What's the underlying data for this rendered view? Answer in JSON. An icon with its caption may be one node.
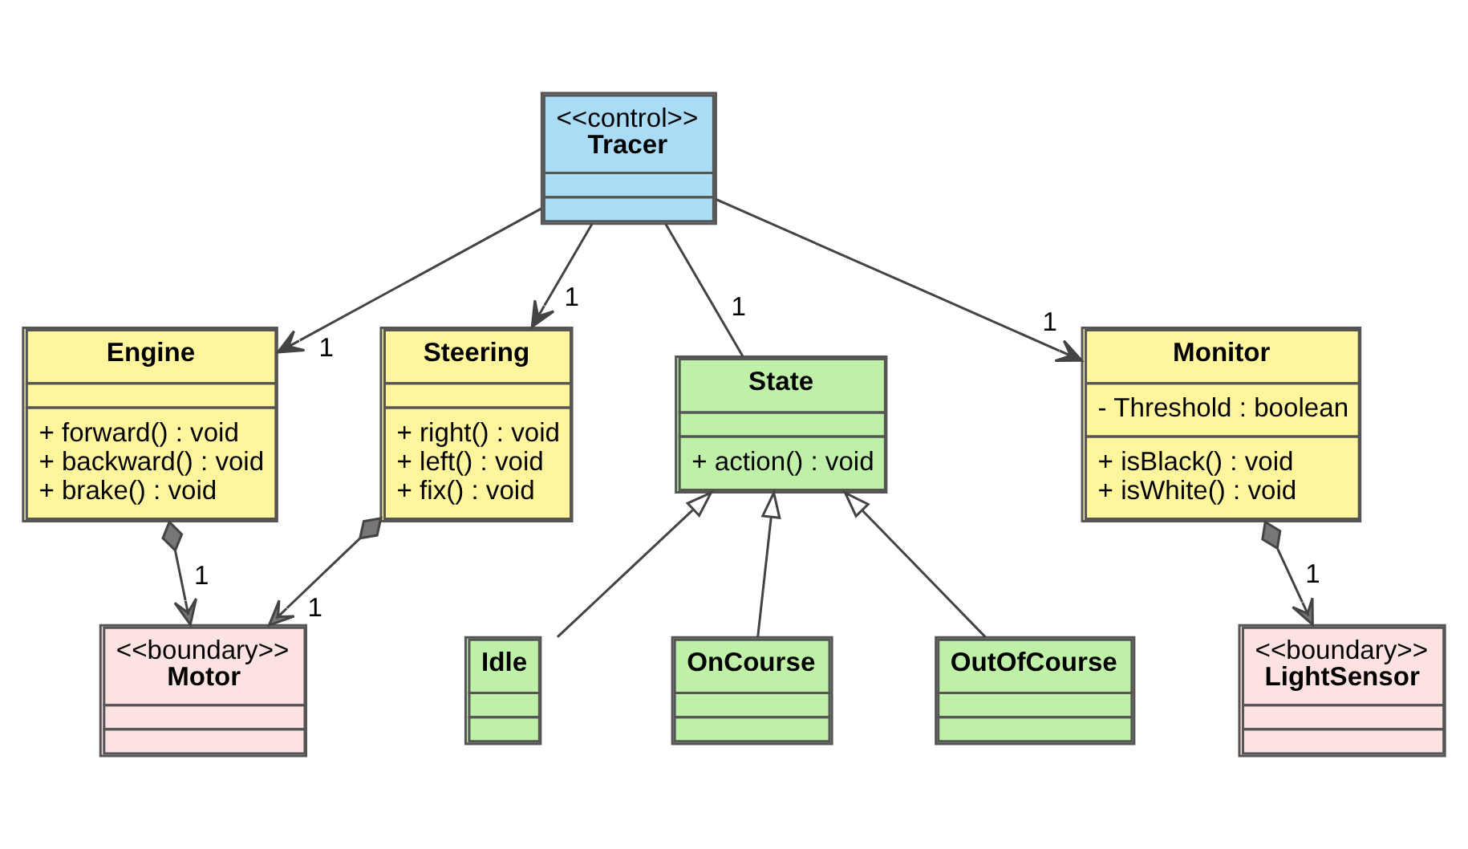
{
  "diagram": {
    "nodes": [
      {
        "text": [
          "<<control>>",
          "Tracer"
        ]
      },
      {
        "text": [
          "Engine",
          "+ forward() : void",
          "+ backward() : void",
          "+ brake() : void"
        ]
      },
      {
        "text": [
          "<<boundary>>",
          "Motor"
        ]
      },
      {
        "text": [
          "Steering",
          "+ right() : void",
          "+ left() : void",
          "+ fix() : void"
        ]
      },
      {
        "text": [
          "State",
          "+ action() : void"
        ]
      },
      {
        "text": [
          "Monitor",
          "- Threshold : boolean",
          "+ isBlack() : void",
          "+ isWhite() : void"
        ]
      },
      {
        "text": [
          "<<boundary>>",
          "LightSensor"
        ]
      },
      {
        "text": [
          "Idle"
        ]
      },
      {
        "text": [
          "OnCourse"
        ]
      },
      {
        "text": [
          "OutOfCourse"
        ]
      }
    ],
    "edges": [
      {
        "from": 0,
        "to": 1,
        "arrow": "to",
        "label": "1"
      },
      {
        "from": 0,
        "to": 3,
        "arrow": "to",
        "label": "1"
      },
      {
        "from": 0,
        "to": 5,
        "arrow": "to",
        "label": "1"
      },
      {
        "from": 0,
        "to": 4,
        "arrow": "none",
        "label": "1"
      },
      {
        "from": 1,
        "to": 2,
        "arrow": "to",
        "label": "1"
      },
      {
        "from": 3,
        "to": 2,
        "arrow": "to",
        "label": "1"
      },
      {
        "from": 5,
        "to": 6,
        "arrow": "to",
        "label": "1"
      },
      {
        "from": 7,
        "to": 4,
        "arrow": "to"
      },
      {
        "from": 8,
        "to": 4,
        "arrow": "to"
      },
      {
        "from": 9,
        "to": 4,
        "arrow": "to"
      }
    ]
  }
}
